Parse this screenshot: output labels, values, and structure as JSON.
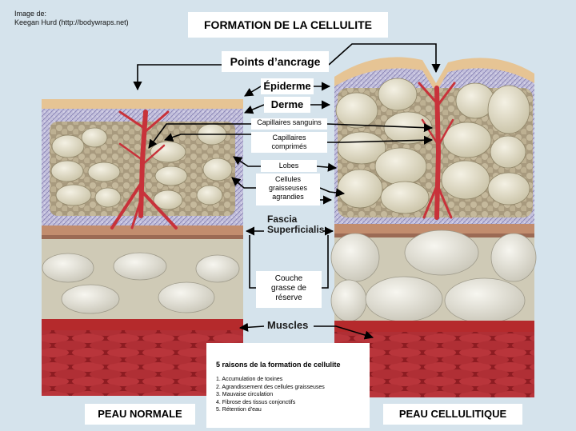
{
  "credit": {
    "line1": "Image de:",
    "line2": "Keegan Hurd (http://bodywraps.net)"
  },
  "title": "FORMATION DE LA CELLULITE",
  "labels": {
    "anchors": "Points d’ancrage",
    "epidermis": "Épiderme",
    "dermis": "Derme",
    "capillaries": "Capillaires sanguins",
    "compressed_l1": "Capillaires",
    "compressed_l2": "comprimés",
    "lobes": "Lobes",
    "cells_l1": "Cellules",
    "cells_l2": "graisseuses",
    "cells_l3": "agrandies",
    "fascia_l1": "Fascia",
    "fascia_l2": "Superficialis",
    "reserve_l1": "Couche",
    "reserve_l2": "grasse de",
    "reserve_l3": "réserve",
    "muscles": "Muscles"
  },
  "reasons": {
    "title": "5 raisons de la formation de cellulite",
    "items": [
      "1. Accumulation de toxines",
      "2. Agrandissement des cellules graisseuses",
      "3. Mauvaise circulation",
      "4. Fibrose des tissus conjonctifs",
      "5. Rétention d’eau"
    ]
  },
  "panels": {
    "normal": "PEAU NORMALE",
    "cellulite": "PEAU CELLULITIQUE"
  },
  "colors": {
    "background": "#d5e3ec",
    "epidermis": "#e8c79a",
    "dermis": "#b9b7d6",
    "fat": "#e0dccb",
    "muscle": "#a8272c",
    "vessel": "#c8323a"
  }
}
